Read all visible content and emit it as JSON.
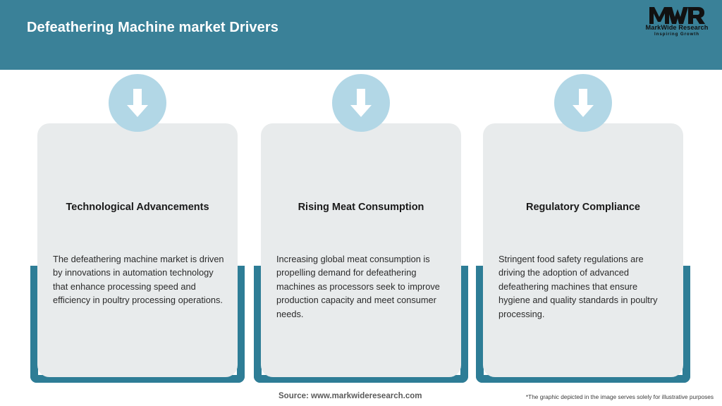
{
  "header": {
    "title": "Defeathering Machine market Drivers",
    "bar_color": "#3A8198",
    "logo": {
      "mark": "MWR",
      "name": "MarkWide Research",
      "tagline": "Inspiring Growth"
    }
  },
  "colors": {
    "teal": "#3A8198",
    "bracket_teal": "#2E7D96",
    "card_gray": "#E8EBEC",
    "circle_blue": "#B2D7E6",
    "arrow_white": "#FFFFFF"
  },
  "cards": [
    {
      "icon": "down-arrow-icon",
      "title": "Technological Advancements",
      "body": "The defeathering machine market is driven by innovations in automation technology that enhance processing speed and efficiency in poultry processing operations."
    },
    {
      "icon": "down-arrow-icon",
      "title": "Rising Meat Consumption",
      "body": "Increasing global meat consumption is propelling demand for defeathering machines as processors seek to improve production capacity and meet consumer needs."
    },
    {
      "icon": "down-arrow-icon",
      "title": "Regulatory Compliance",
      "body": "Stringent food safety regulations are driving the adoption of advanced defeathering machines that ensure hygiene and quality standards in poultry processing."
    }
  ],
  "footer": {
    "source": "Source: www.markwideresearch.com",
    "disclaimer": "*The graphic depicted in the image serves solely for illustrative purposes"
  }
}
